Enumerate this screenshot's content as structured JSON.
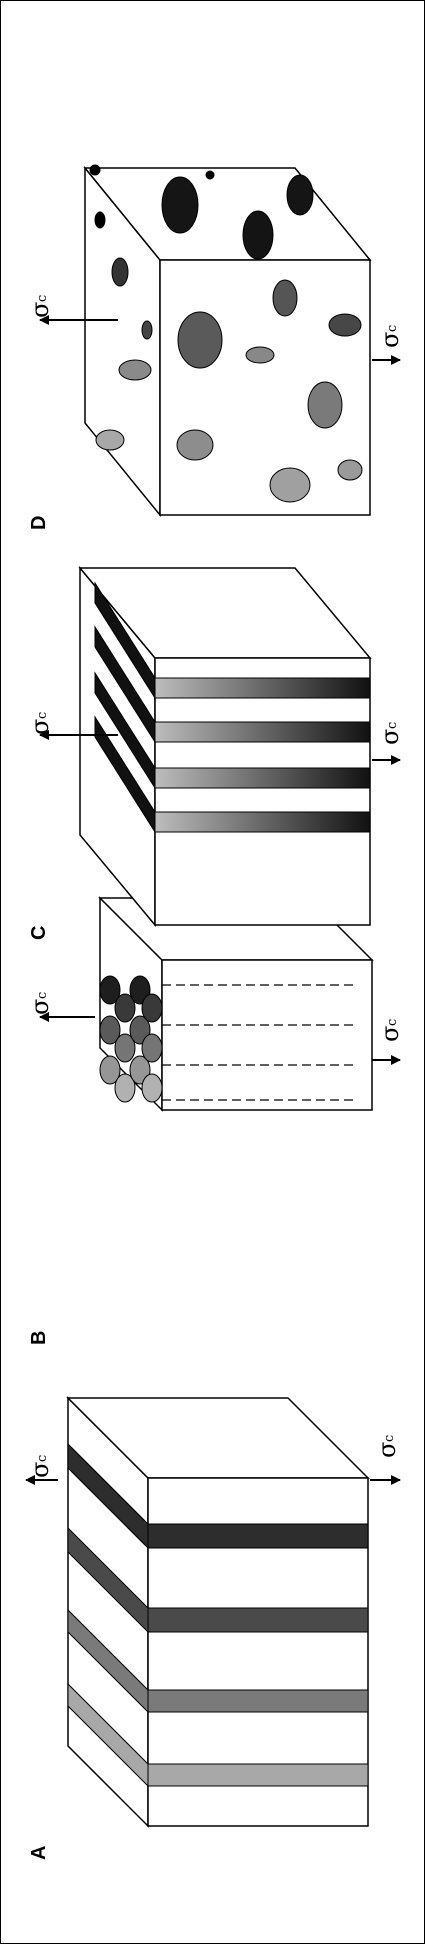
{
  "panels": [
    {
      "id": "A",
      "label": "A",
      "structure": "lamellae",
      "stress_symbol": "σ",
      "stress_subscript": "c"
    },
    {
      "id": "B",
      "label": "B",
      "structure": "cylinders",
      "stress_symbol": "σ",
      "stress_subscript": "c"
    },
    {
      "id": "C",
      "label": "C",
      "structure": "lamellae-perpendicular",
      "stress_symbol": "σ",
      "stress_subscript": "c"
    },
    {
      "id": "D",
      "label": "D",
      "structure": "spheres",
      "stress_symbol": "σ",
      "stress_subscript": "c"
    }
  ],
  "colors": {
    "outline": "#000000",
    "background": "#ffffff",
    "dark": "#1a1a1a",
    "light": "#bcbcbc"
  }
}
